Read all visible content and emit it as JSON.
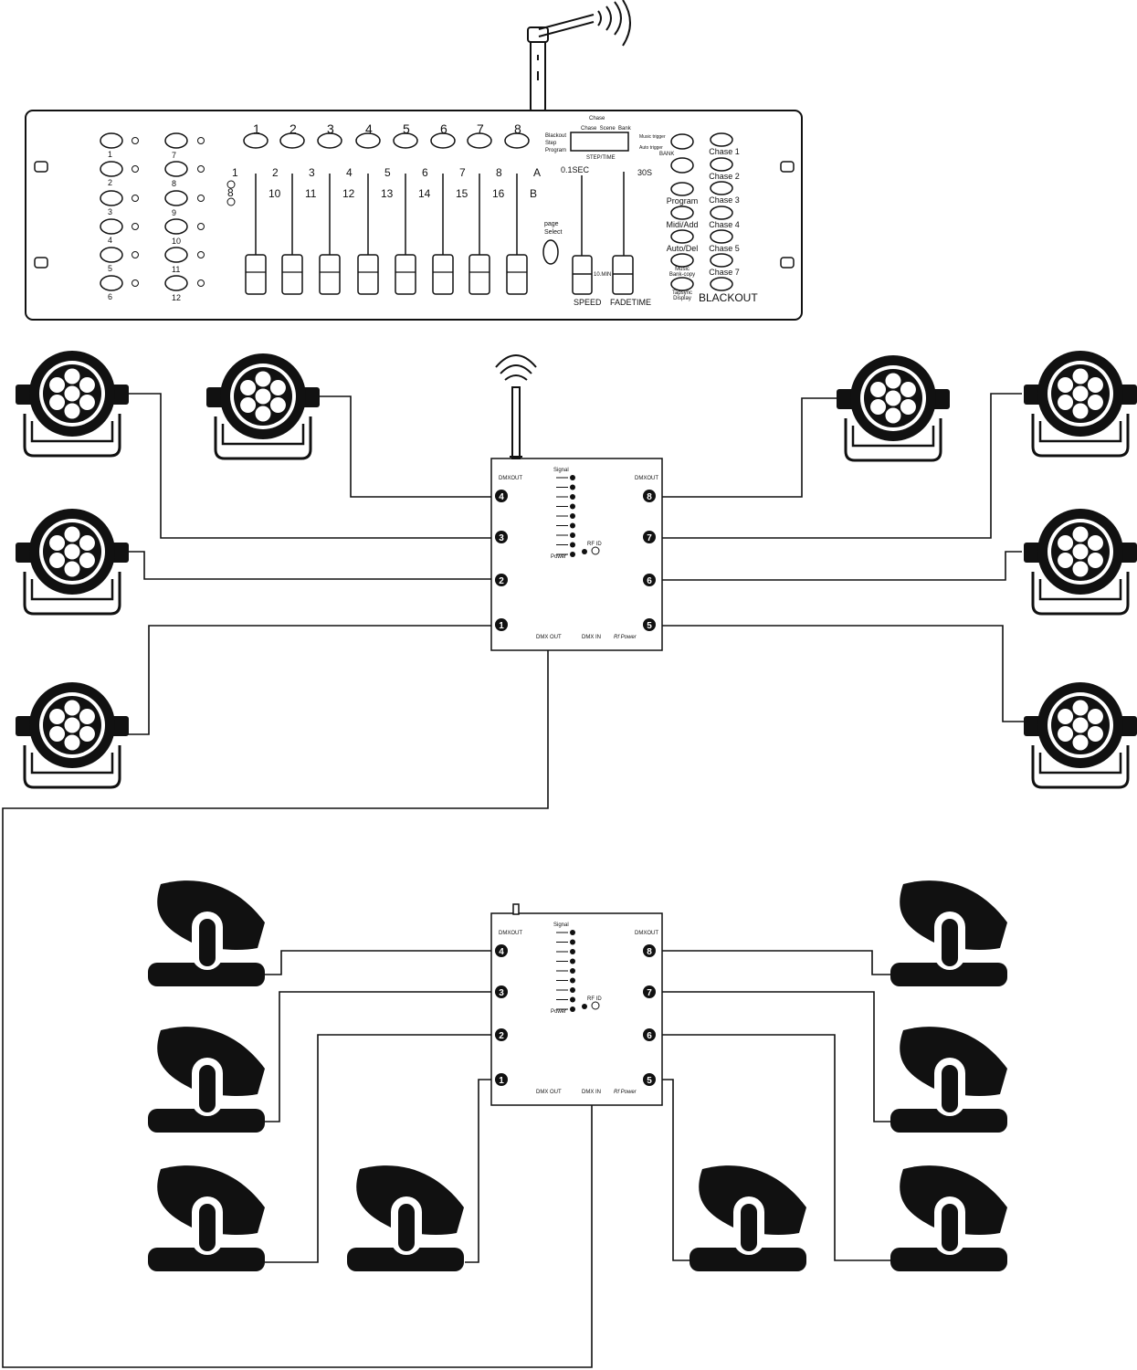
{
  "console": {
    "scene_numbers_left": [
      "1",
      "2",
      "3",
      "4",
      "5",
      "6"
    ],
    "scene_numbers_right": [
      "7",
      "8",
      "9",
      "10",
      "11",
      "12"
    ],
    "channel_buttons_top": [
      "1",
      "2",
      "3",
      "4",
      "5",
      "6",
      "7",
      "8"
    ],
    "fader_page_labels_a": [
      "2",
      "3",
      "4",
      "5",
      "6",
      "7",
      "8",
      "A"
    ],
    "fader_page_labels_b": [
      "10",
      "11",
      "12",
      "13",
      "14",
      "15",
      "16",
      "B"
    ],
    "page_indicator_top": "1",
    "page_indicator_bottom": "8",
    "label_blackout_small": "Blackout",
    "label_step": "Step",
    "label_program_small": "Program",
    "label_chase_top": "Chase",
    "label_chase_scene_bank": "Chase  Scene  Bank",
    "label_step_time": "STEP/TIME",
    "label_music_trigger": "Music trigger",
    "label_auto_trigger": "Auto trigger",
    "label_bank": "BANK",
    "label_min_time": "0.1SEC",
    "label_max_time": "30S",
    "label_page_select": "page\nSelect",
    "label_10min": "10.MIN",
    "label_speed": "SPEED",
    "label_fadetime": "FADETIME",
    "function_buttons": [
      "Program",
      "Midi/Add",
      "Auto/Del",
      "Music\nBank-copy",
      "Tapsync\nDisplay"
    ],
    "chase_buttons": [
      "Chase 1",
      "Chase 2",
      "Chase 3",
      "Chase 4",
      "Chase 5",
      "Chase 7"
    ],
    "label_blackout": "BLACKOUT"
  },
  "receiver": {
    "label_dmxout": "DMXOUT",
    "label_signal": "Signal",
    "label_power": "Power",
    "label_rf_id": "RF ID",
    "label_dmx_out": "DMX OUT",
    "label_dmx_in": "DMX IN",
    "label_rf_power": "Rf Power",
    "ports_left": [
      "4",
      "3",
      "2",
      "1"
    ],
    "ports_right": [
      "8",
      "7",
      "6",
      "5"
    ]
  },
  "colors": {
    "ink": "#111111",
    "background": "#ffffff"
  },
  "icons": [
    "wireless-antenna-icon",
    "par-light-icon",
    "moving-head-icon"
  ]
}
